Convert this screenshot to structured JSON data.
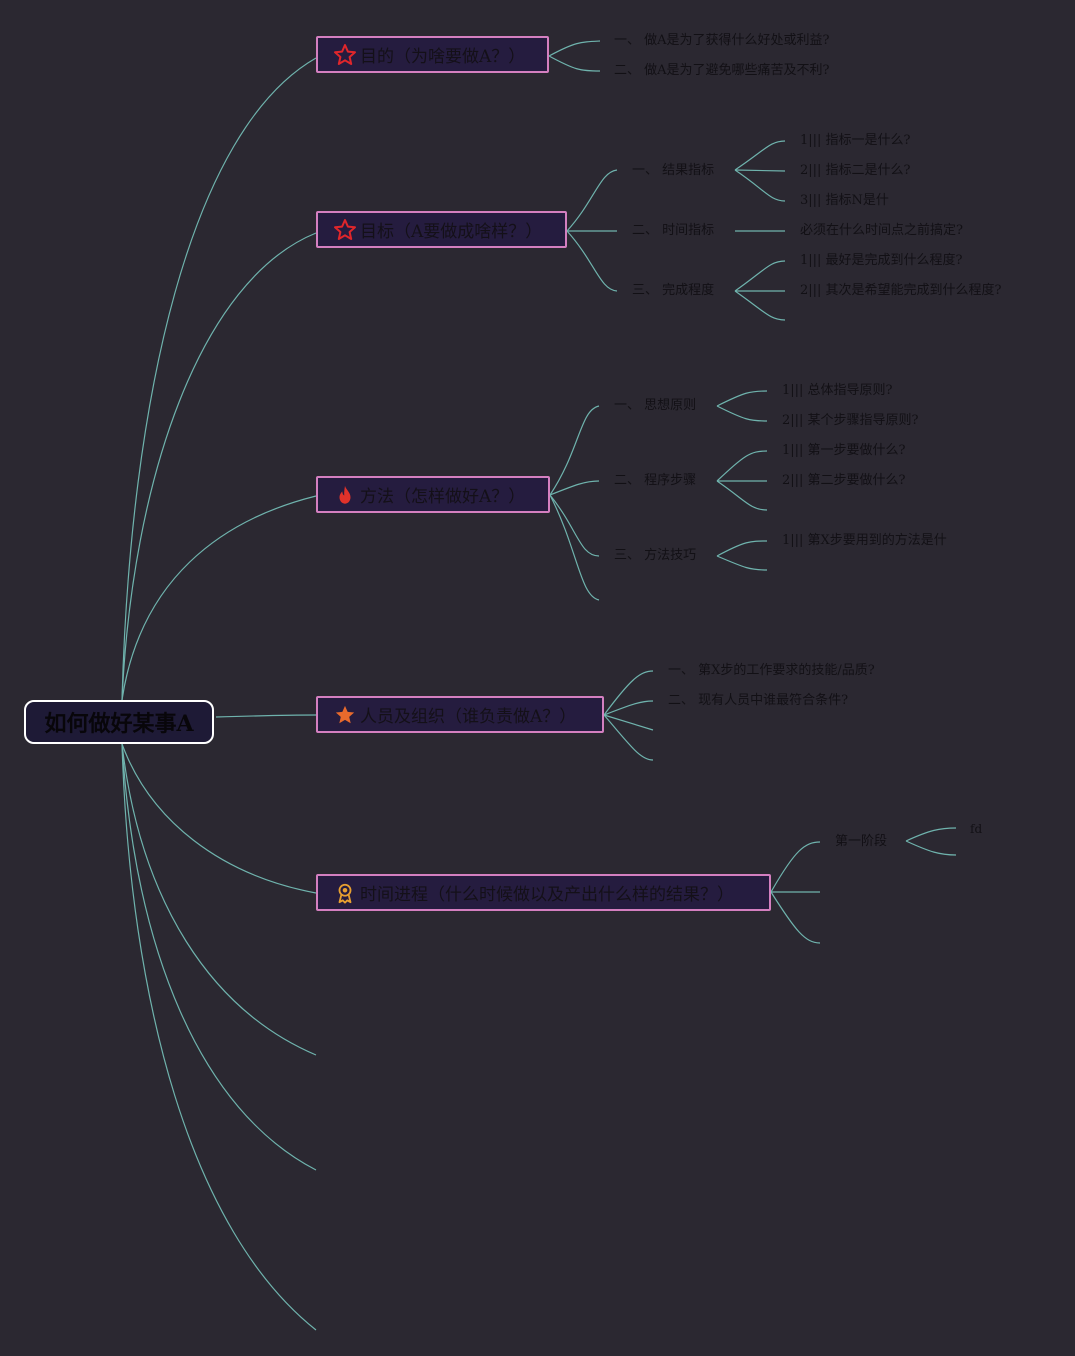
{
  "root": {
    "label": "如何做好某事A"
  },
  "branches": [
    {
      "label": "目的（为啥要做A？）",
      "icon": "star-outline-icon",
      "children": [
        {
          "label": "一、 做A是为了获得什么好处或利益?"
        },
        {
          "label": "二、 做A是为了避免哪些痛苦及不利?"
        }
      ]
    },
    {
      "label": "目标（A要做成啥样？）",
      "icon": "star-outline-icon",
      "children": [
        {
          "label": "一、 结果指标",
          "children": [
            "1||| 指标一是什么?",
            "2||| 指标二是什么?",
            "3||| 指标N是什"
          ]
        },
        {
          "label": "二、 时间指标",
          "children": [
            "必须在什么时间点之前搞定?"
          ]
        },
        {
          "label": "三、 完成程度",
          "children": [
            "1||| 最好是完成到什么程度?",
            "2||| 其次是希望能完成到什么程度?"
          ]
        }
      ]
    },
    {
      "label": "方法（怎样做好A？）",
      "icon": "fire-icon",
      "children": [
        {
          "label": "一、 思想原则",
          "children": [
            "1||| 总体指导原则?",
            "2||| 某个步骤指导原则?"
          ]
        },
        {
          "label": "二、 程序步骤",
          "children": [
            "1||| 第一步要做什么?",
            "2||| 第二步要做什么?"
          ]
        },
        {
          "label": "三、 方法技巧",
          "children": [
            "1||| 第X步要用到的方法是什"
          ]
        }
      ]
    },
    {
      "label": "人员及组织（谁负责做A？）",
      "icon": "star-solid-icon",
      "children": [
        {
          "label": "一、 第X步的工作要求的技能/品质?"
        },
        {
          "label": "二、 现有人员中谁最符合条件?"
        }
      ]
    },
    {
      "label": "时间进程（什么时候做以及产出什么样的结果？）",
      "icon": "award-ribbon-icon",
      "children": [
        {
          "label": "第一阶段",
          "children": [
            "fd"
          ]
        }
      ]
    }
  ],
  "colors": {
    "background": "#2b2831",
    "link": "#6fb3ad",
    "branch_border": "#d47fc0",
    "branch_fill": "#251c3f",
    "star_outline": "#e0262b",
    "fire": "#e0322a",
    "star_solid": "#e86a2c",
    "award": "#e8a030"
  }
}
